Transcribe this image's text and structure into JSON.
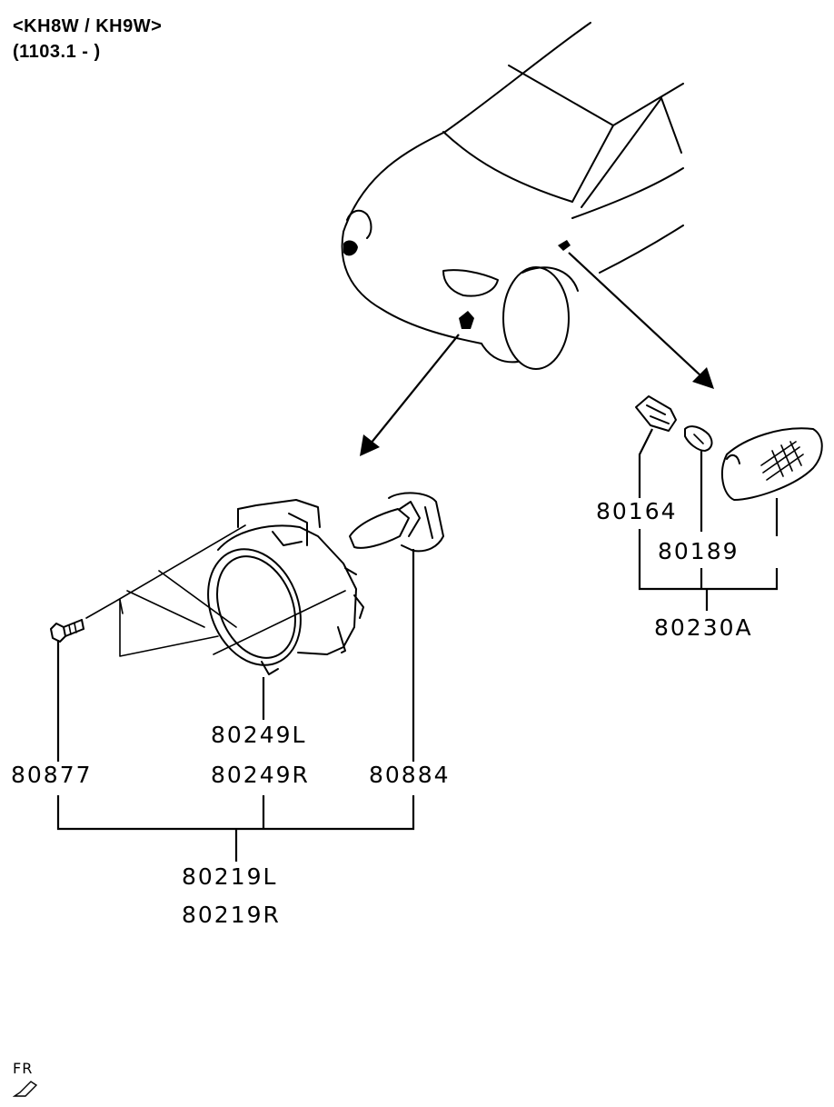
{
  "header": {
    "models": "<KH8W / KH9W>",
    "date_range": "(1103.1 - )"
  },
  "parts": {
    "p80164": "80164",
    "p80189": "80189",
    "p80230A": "80230A",
    "p80249L": "80249L",
    "p80249R": "80249R",
    "p80877": "80877",
    "p80884": "80884",
    "p80219L": "80219L",
    "p80219R": "80219R"
  },
  "footer": {
    "code": "FR"
  }
}
